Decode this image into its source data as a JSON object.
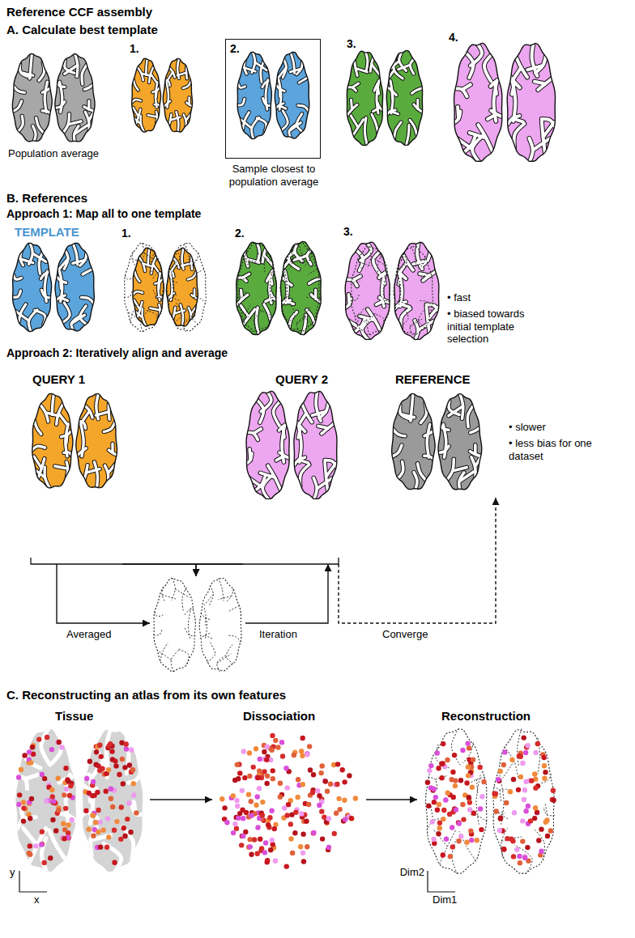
{
  "diagram": {
    "title": "Reference CCF assembly",
    "nodes": [
      {
        "text": [
          "Population average"
        ]
      },
      {
        "text": [
          "1."
        ]
      },
      {
        "text": [
          "2.",
          "Sample closest to population average"
        ]
      },
      {
        "text": [
          "3."
        ]
      },
      {
        "text": [
          "4."
        ]
      },
      {
        "text": [
          "TEMPLATE"
        ]
      },
      {
        "text": [
          "1."
        ]
      },
      {
        "text": [
          "2."
        ]
      },
      {
        "text": [
          "3."
        ]
      },
      {
        "text": [
          "QUERY 1"
        ]
      },
      {
        "text": [
          "QUERY 2"
        ]
      },
      {
        "text": [
          "REFERENCE"
        ]
      },
      {
        "text": []
      },
      {
        "text": [
          "Tissue"
        ]
      },
      {
        "text": [
          "Dissociation"
        ]
      },
      {
        "text": [
          "Reconstruction"
        ]
      }
    ],
    "edges": [
      {
        "from": 9,
        "to": 12,
        "label": "Averaged",
        "arrow": "to"
      },
      {
        "from": 9,
        "to": 12,
        "arrow": "to"
      },
      {
        "from": 10,
        "to": 12,
        "arrow": "to"
      },
      {
        "from": 12,
        "to": 10,
        "label": "Iteration",
        "arrow": "to"
      },
      {
        "from": 10,
        "to": 11,
        "label": "Converge",
        "arrow": "to"
      },
      {
        "from": 13,
        "to": 14,
        "arrow": "to"
      },
      {
        "from": 14,
        "to": 15,
        "arrow": "to"
      }
    ],
    "labels": [
      "A. Calculate best template",
      "B. References",
      "Approach 1: Map all to one template",
      "• fast",
      "• biased towards initial template selection",
      "Approach 2: Iteratively align and average",
      "• slower",
      "• less bias for one dataset",
      "C. Reconstructing an atlas from its own features",
      "y",
      "x",
      "Dim2",
      "Dim1"
    ]
  }
}
